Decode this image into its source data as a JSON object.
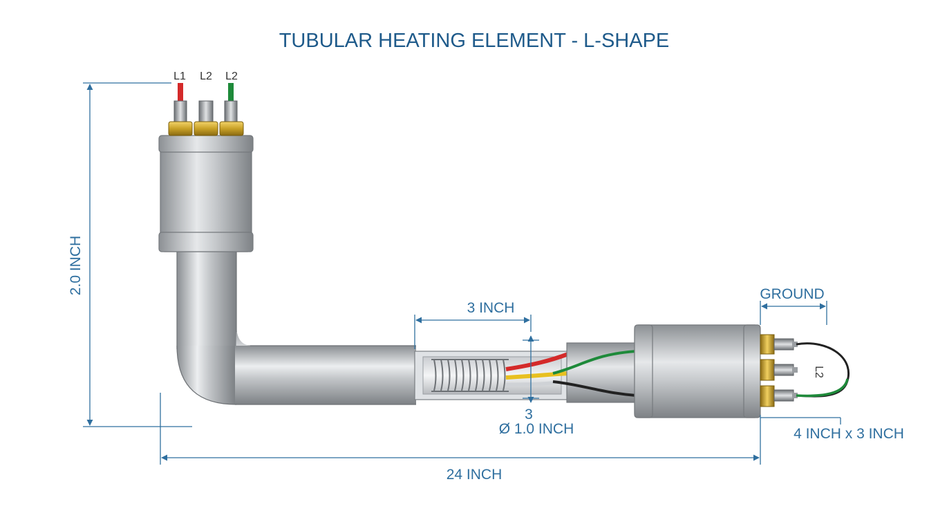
{
  "title": "TUBULAR HEATING ELEMENT - L-SHAPE",
  "terminals": {
    "top_left": "L1",
    "top_middle": "L2",
    "top_right": "L2",
    "right_side": "L2"
  },
  "dimensions": {
    "height": "2.0 INCH",
    "length": "24 INCH",
    "cutaway": "3 INCH",
    "section_mark": "3",
    "diameter": "Ø 1.0 INCH",
    "ground": "GROUND",
    "housing_size": "4 INCH x 3 INCH"
  },
  "colors": {
    "dimension": "#2f6f9f",
    "title": "#1e5a8a",
    "wire_red": "#d42a2a",
    "wire_green": "#1e8a3a",
    "wire_black": "#222222",
    "wire_yellow": "#e8c020",
    "brass": "#c9a227",
    "steel": "#b8bcc0"
  }
}
